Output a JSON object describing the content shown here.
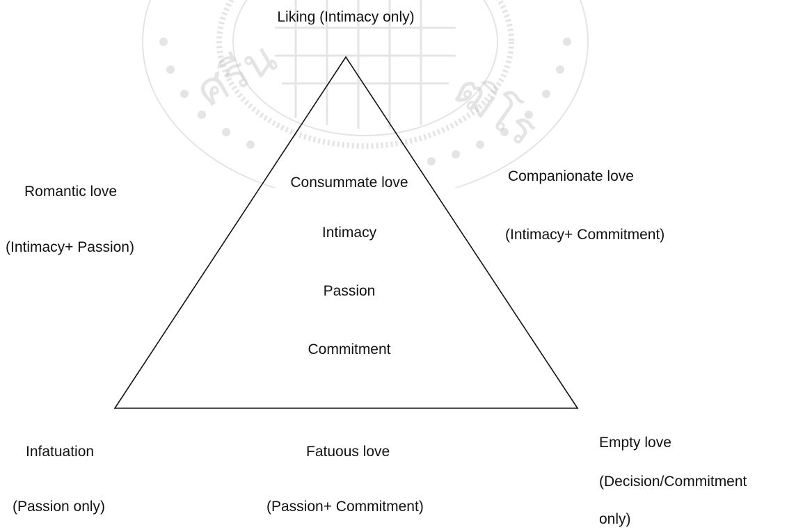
{
  "diagram": {
    "top": {
      "title": "Liking (Intimacy only)"
    },
    "inside": {
      "consummate": "Consummate love",
      "intimacy": "Intimacy",
      "passion": "Passion",
      "commitment": "Commitment"
    },
    "left": {
      "title": "Romantic love",
      "sub": "(Intimacy+ Passion)"
    },
    "right": {
      "title": "Companionate love",
      "sub": "(Intimacy+ Commitment)"
    },
    "bottom_left": {
      "title": "Infatuation",
      "sub": "(Passion only)"
    },
    "bottom_center": {
      "title": "Fatuous love",
      "sub": "(Passion+ Commitment)"
    },
    "bottom_right": {
      "title": "Empty love",
      "sub1": "(Decision/Commitment",
      "sub2": "only)"
    }
  },
  "watermark": {
    "seal_text": "ศรีนครินทรวิโรฒ",
    "color": "#c9c9c9"
  },
  "colors": {
    "text": "#111111",
    "line": "#111111"
  }
}
